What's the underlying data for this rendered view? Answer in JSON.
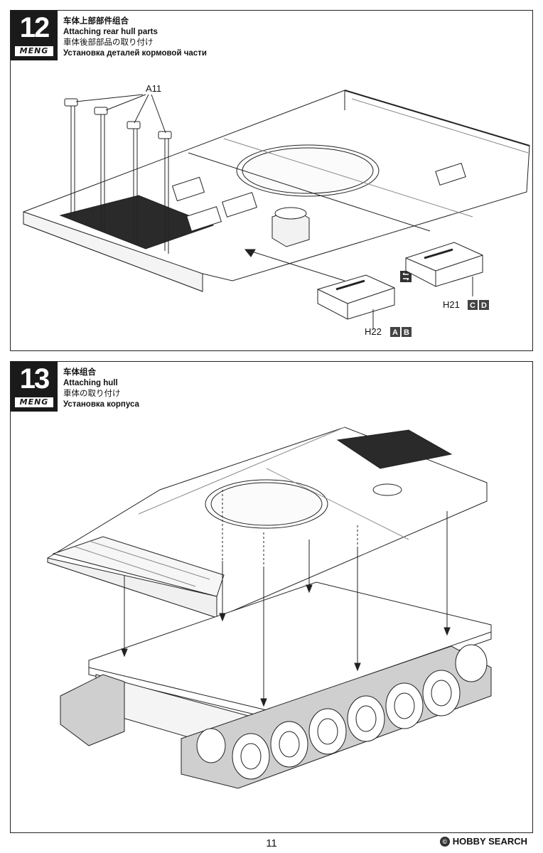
{
  "steps": [
    {
      "number": "12",
      "brand": "MENG",
      "title_cn": "车体上部部件组合",
      "title_en": "Attaching rear hull parts",
      "title_jp": "車体後部部品の取り付け",
      "title_ru": "Установка деталей кормовой части",
      "callouts": {
        "a11": "A11",
        "h21": "H21",
        "h21_tags": [
          "C",
          "D"
        ],
        "h22": "H22",
        "h22_tags": [
          "A",
          "B"
        ]
      }
    },
    {
      "number": "13",
      "brand": "MENG",
      "title_cn": "车体组合",
      "title_en": "Attaching hull",
      "title_jp": "車体の取り付け",
      "title_ru": "Установка корпуса"
    }
  ],
  "page_number": "11",
  "watermark": "HOBBY SEARCH",
  "icons": {
    "symmetric_parts": "mirror-parts-icon",
    "watermark_logo": "copyright-icon"
  },
  "colors": {
    "badge": "#1a1a1a",
    "line": "#222222",
    "tag": "#444444"
  }
}
